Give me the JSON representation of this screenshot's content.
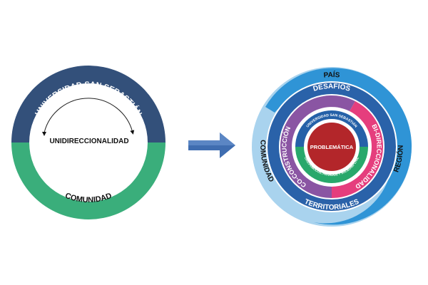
{
  "left_diagram": {
    "top_label": "UNIVERSIDAD SAN SEBASTIÁN",
    "center_label": "UNIDIRECCIONALIDAD",
    "bottom_label": "COMUNIDAD"
  },
  "right_diagram": {
    "outer_top": "PAÍS",
    "outer_right": "REGIÓN",
    "outer_left": "COMUNIDAD",
    "second_top": "DESAFÍOS",
    "second_bottom": "TERRITORIALES",
    "third_left": "CO-CONSTRUCCIÓN",
    "third_right": "BI-DIRECCIONALIDAD",
    "inner_top": "UNIVERSIDAD SAN SEBASTIÁN",
    "inner_bottom": "ORG.PÚBLICOS, PRIVADOS Y SOCIEDAD CIVIL",
    "center": "PROBLEMÁTICA"
  },
  "colors": {
    "navy": "#33507a",
    "green": "#3aae7b",
    "arrow_blue": "#3f6db0",
    "outer_light": "#a9d3ee",
    "outer_mid": "#2f94d6",
    "second_ring": "#2a62a9",
    "purple": "#8a55a3",
    "pink": "#e53e7d",
    "problem_red": "#b3262a",
    "inner_blue": "#2561a8",
    "inner_green": "#28a86b"
  }
}
